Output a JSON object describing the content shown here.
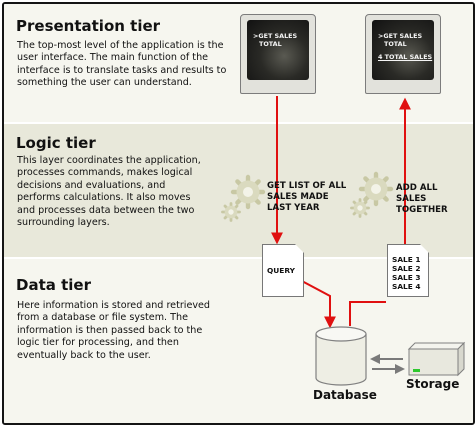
{
  "presentation": {
    "title": "Presentation tier",
    "description": "The top-most level of the application is the user interface. The main function of the interface is to translate tasks and results to something the user can understand.",
    "left_screen": {
      "line1": ">GET SALES",
      "line2": "TOTAL"
    },
    "right_screen": {
      "line1": ">GET SALES",
      "line2": "TOTAL",
      "line3": "4 TOTAL SALES"
    }
  },
  "logic": {
    "title": "Logic tier",
    "description": "This layer coordinates the application, processes commands, makes logical decisions and evaluations, and performs calculations. It also moves and processes data between the two surrounding layers.",
    "left_step": "GET LIST OF ALL SALES MADE LAST YEAR",
    "right_step": "ADD ALL SALES TOGETHER"
  },
  "data": {
    "title": "Data tier",
    "description": "Here information is stored and retrieved from a database or file system. The information is then passed back to the logic tier for processing, and then eventually back to the user.",
    "query_doc": "QUERY",
    "result_doc": [
      "SALE 1",
      "SALE 2",
      "SALE 3",
      "SALE 4"
    ],
    "database_label": "Database",
    "storage_label": "Storage"
  },
  "colors": {
    "arrow": "#e01010",
    "exchange_arrow": "#7a7a7a",
    "storage_light": "#2ec82e",
    "frame": "#141414"
  },
  "icons": [
    "monitor-icon",
    "gear-icon",
    "document-icon",
    "database-icon",
    "storage-icon"
  ]
}
